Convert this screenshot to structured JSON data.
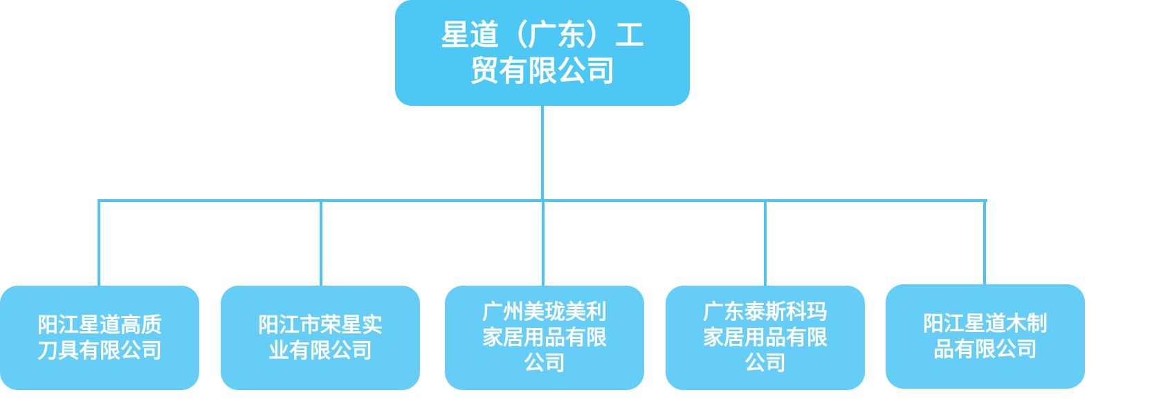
{
  "root": {
    "lines": [
      "星道（广东）工",
      "贸有限公司"
    ]
  },
  "children": [
    {
      "lines": [
        "阳江星道高质",
        "刀具有限公司"
      ]
    },
    {
      "lines": [
        "阳江市荣星实",
        "业有限公司"
      ]
    },
    {
      "lines": [
        "广州美珑美利",
        "家居用品有限",
        "公司"
      ]
    },
    {
      "lines": [
        "广东泰斯科玛",
        "家居用品有限",
        "公司"
      ]
    },
    {
      "lines": [
        "阳江星道木制",
        "品有限公司"
      ]
    }
  ],
  "colors": {
    "root": "#4DC8F4",
    "child": "#66CEF6",
    "connector": "#4DC4F0"
  }
}
